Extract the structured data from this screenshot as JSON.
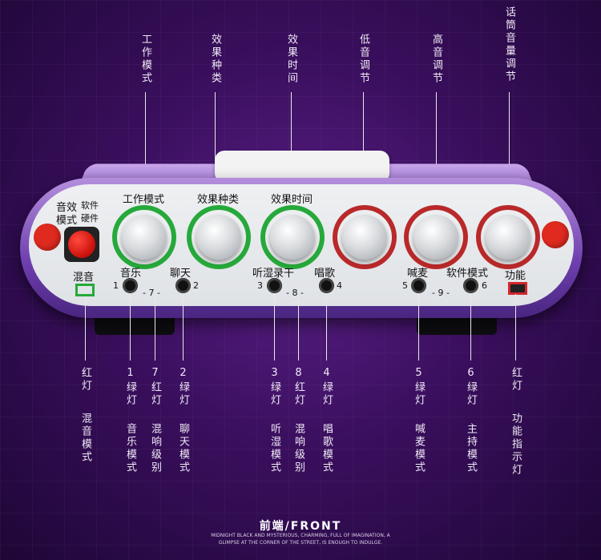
{
  "top_labels": {
    "work_mode": "工作模式",
    "effect_type": "效果种类",
    "effect_time": "效果时间",
    "bass": "低音调节",
    "treble": "高音调节",
    "mic_volume": "话筒音量调节"
  },
  "panel": {
    "sound_mode_line1": "音效",
    "sound_mode_line2": "模式",
    "software": "软件",
    "hardware": "硬件",
    "knob_work_mode": "工作模式",
    "knob_effect_type": "效果种类",
    "knob_effect_time": "效果时间",
    "mix": "混音",
    "music": "音乐",
    "chat": "聊天",
    "listen": "听湿录干",
    "sing": "唱歌",
    "shout": "喊麦",
    "software_mode": "软件模式",
    "function": "功能",
    "n1": "1",
    "n2": "2",
    "n3": "3",
    "n4": "4",
    "n5": "5",
    "n6": "6",
    "group7": "- 7 -",
    "group8": "- 8 -",
    "group9": "- 9 -"
  },
  "bottom_labels": {
    "red_light_left": "红灯",
    "mix_mode": "混音模式",
    "c1_num": "1绿灯",
    "c1_desc": "音乐模式",
    "c7_num": "7红灯",
    "c7_desc": "混响级别",
    "c2_num": "2绿灯",
    "c2_desc": "聊天模式",
    "c3_num": "3绿灯",
    "c3_desc": "听湿模式",
    "c8_num": "8红灯",
    "c8_desc": "混响级别",
    "c4_num": "4绿灯",
    "c4_desc": "唱歌模式",
    "c5_num": "5绿灯",
    "c5_desc": "喊麦模式",
    "c6_num": "6绿灯",
    "c6_desc": "主持模式",
    "red_light_right": "红灯",
    "function_indicator": "功能指示灯"
  },
  "footer": {
    "title": "前端/FRONT",
    "line1": "MIDNIGHT BLACK AND MYSTERIOUS, CHARMING, FULL OF IMAGINATION, A",
    "line2": "GLIMPSE AT THE CORNER OF THE STREET, IS ENOUGH TO INDULGE."
  },
  "colors": {
    "background": "#3a0f5e",
    "shell": "#8a5fc1",
    "green_ring": "#26a93a",
    "red_ring": "#b9292a",
    "red_button": "#e02a1f"
  }
}
